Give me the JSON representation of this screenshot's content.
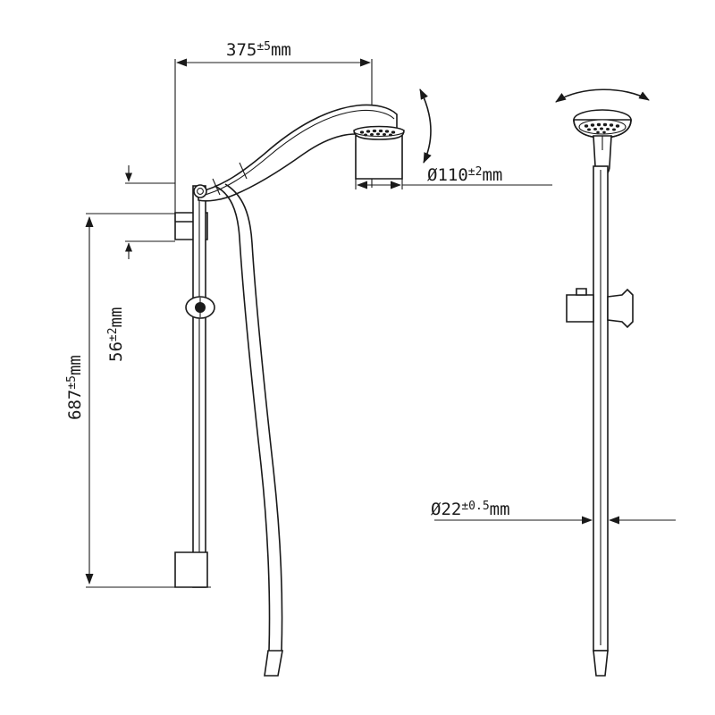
{
  "drawing": {
    "title": "Shower rail set technical drawing",
    "background_color": "#ffffff",
    "line_color": "#1a1a1a",
    "views": [
      {
        "name": "side-elevation",
        "label": ""
      },
      {
        "name": "front-elevation",
        "label": ""
      }
    ]
  },
  "dimensions": {
    "reach": {
      "name": "reach-horizontal",
      "value": "375",
      "tolerance": "±5",
      "unit": "mm",
      "text": "375±5mm",
      "base": "375",
      "tol": "±5",
      "units": "mm",
      "orientation": "horizontal"
    },
    "head_diameter": {
      "name": "shower-head-diameter",
      "value": "110",
      "tolerance": "±2",
      "unit": "mm",
      "text": "Ø110±2mm",
      "prefix": "Ø",
      "base": "110",
      "tol": "±2",
      "units": "mm",
      "orientation": "horizontal"
    },
    "rail_length": {
      "name": "rail-overall-length",
      "value": "687",
      "tolerance": "±5",
      "unit": "mm",
      "text": "687±5mm",
      "base": "687",
      "tol": "±5",
      "units": "mm",
      "orientation": "vertical"
    },
    "bracket_offset": {
      "name": "top-bracket-offset",
      "value": "56",
      "tolerance": "±2",
      "unit": "mm",
      "text": "56±2mm",
      "base": "56",
      "tol": "±2",
      "units": "mm",
      "orientation": "vertical"
    },
    "rail_diameter": {
      "name": "rail-diameter",
      "value": "22",
      "tolerance": "±0.5",
      "unit": "mm",
      "text": "Ø22±0.5mm",
      "prefix": "Ø",
      "base": "22",
      "tol": "±0.5",
      "units": "mm",
      "orientation": "horizontal"
    }
  },
  "annotations": {
    "tilt_arrow": {
      "name": "head-tilt-arrow",
      "style": "double-headed-curved",
      "orientation": "vertical"
    },
    "swivel_arrow": {
      "name": "head-swivel-arrow",
      "style": "double-headed-curved",
      "orientation": "horizontal"
    }
  },
  "components": {
    "hand_shower": "hand-shower",
    "slide_rail": "slide-rail",
    "rail_slider": "rail-slider-bracket",
    "top_bracket": "top-wall-bracket",
    "bottom_bracket": "bottom-wall-bracket",
    "hose": "shower-hose",
    "hose_end": "hose-end-connector"
  }
}
